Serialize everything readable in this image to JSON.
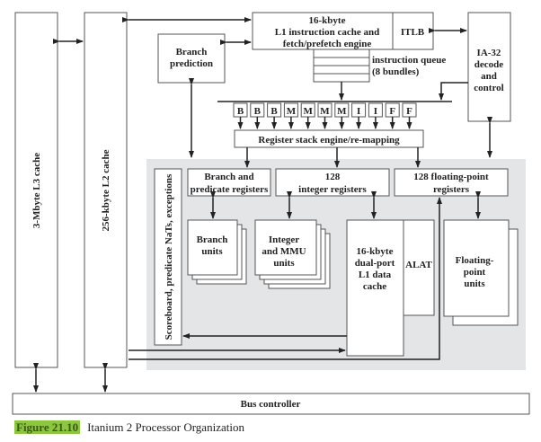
{
  "diagram": {
    "l3_cache": "3-Mbyte L3 cache",
    "l2_cache": "256-kbyte L2 cache",
    "branch_prediction": [
      "Branch",
      "prediction"
    ],
    "l1_icache": [
      "16-kbyte",
      "L1 instruction cache and",
      "fetch/prefetch engine"
    ],
    "itlb": "ITLB",
    "instruction_queue": [
      "instruction queue",
      "(8 bundles)"
    ],
    "ia32": [
      "IA-32",
      "decode",
      "and",
      "control"
    ],
    "ports": [
      "B",
      "B",
      "B",
      "M",
      "M",
      "M",
      "M",
      "I",
      "I",
      "F",
      "F"
    ],
    "register_stack": "Register stack engine/re-mapping",
    "scoreboard": "Scoreboard, predicate NaTs, exceptions",
    "branch_pred_regs": [
      "Branch and",
      "predicate registers"
    ],
    "int_regs": [
      "128",
      "integer registers"
    ],
    "fp_regs": [
      "128 floating-point",
      "registers"
    ],
    "branch_units": [
      "Branch",
      "units"
    ],
    "int_units": [
      "Integer",
      "and MMU",
      "units"
    ],
    "l1_dcache": [
      "16-kbyte",
      "dual-port",
      "L1 data",
      "cache"
    ],
    "alat": "ALAT",
    "fp_units": [
      "Floating-",
      "point",
      "units"
    ],
    "bus_controller": "Bus controller"
  },
  "caption": {
    "figure_label": "Figure 21.10",
    "title": "Itanium 2 Processor Organization"
  },
  "colors": {
    "core_background": "#e4e5e7",
    "figure_label_bg": "#8dc63f"
  }
}
